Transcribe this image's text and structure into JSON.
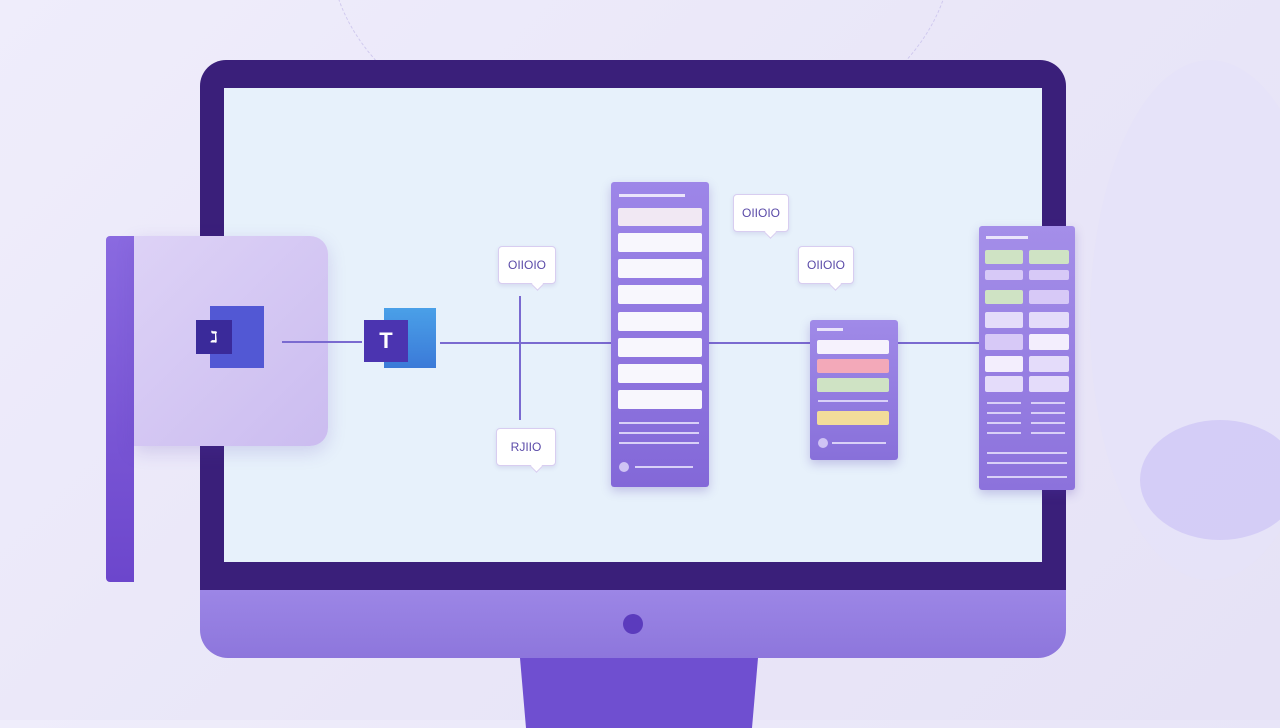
{
  "logos": {
    "primary_letter": "T",
    "app_glyph": "ℷ"
  },
  "bubbles": [
    {
      "id": "bubble-1",
      "text": "OIIOIO"
    },
    {
      "id": "bubble-2",
      "text": "RJIIO"
    },
    {
      "id": "bubble-3",
      "text": "OIIOIO"
    },
    {
      "id": "bubble-4",
      "text": "OIIOIO"
    }
  ],
  "colors": {
    "bezel": "#3a1f7a",
    "screen": "#e7f1fb",
    "accent": "#8368d8",
    "row_pink": "#f3a9b9",
    "row_green": "#cfe3c4",
    "row_yellow": "#f2dc9a"
  }
}
